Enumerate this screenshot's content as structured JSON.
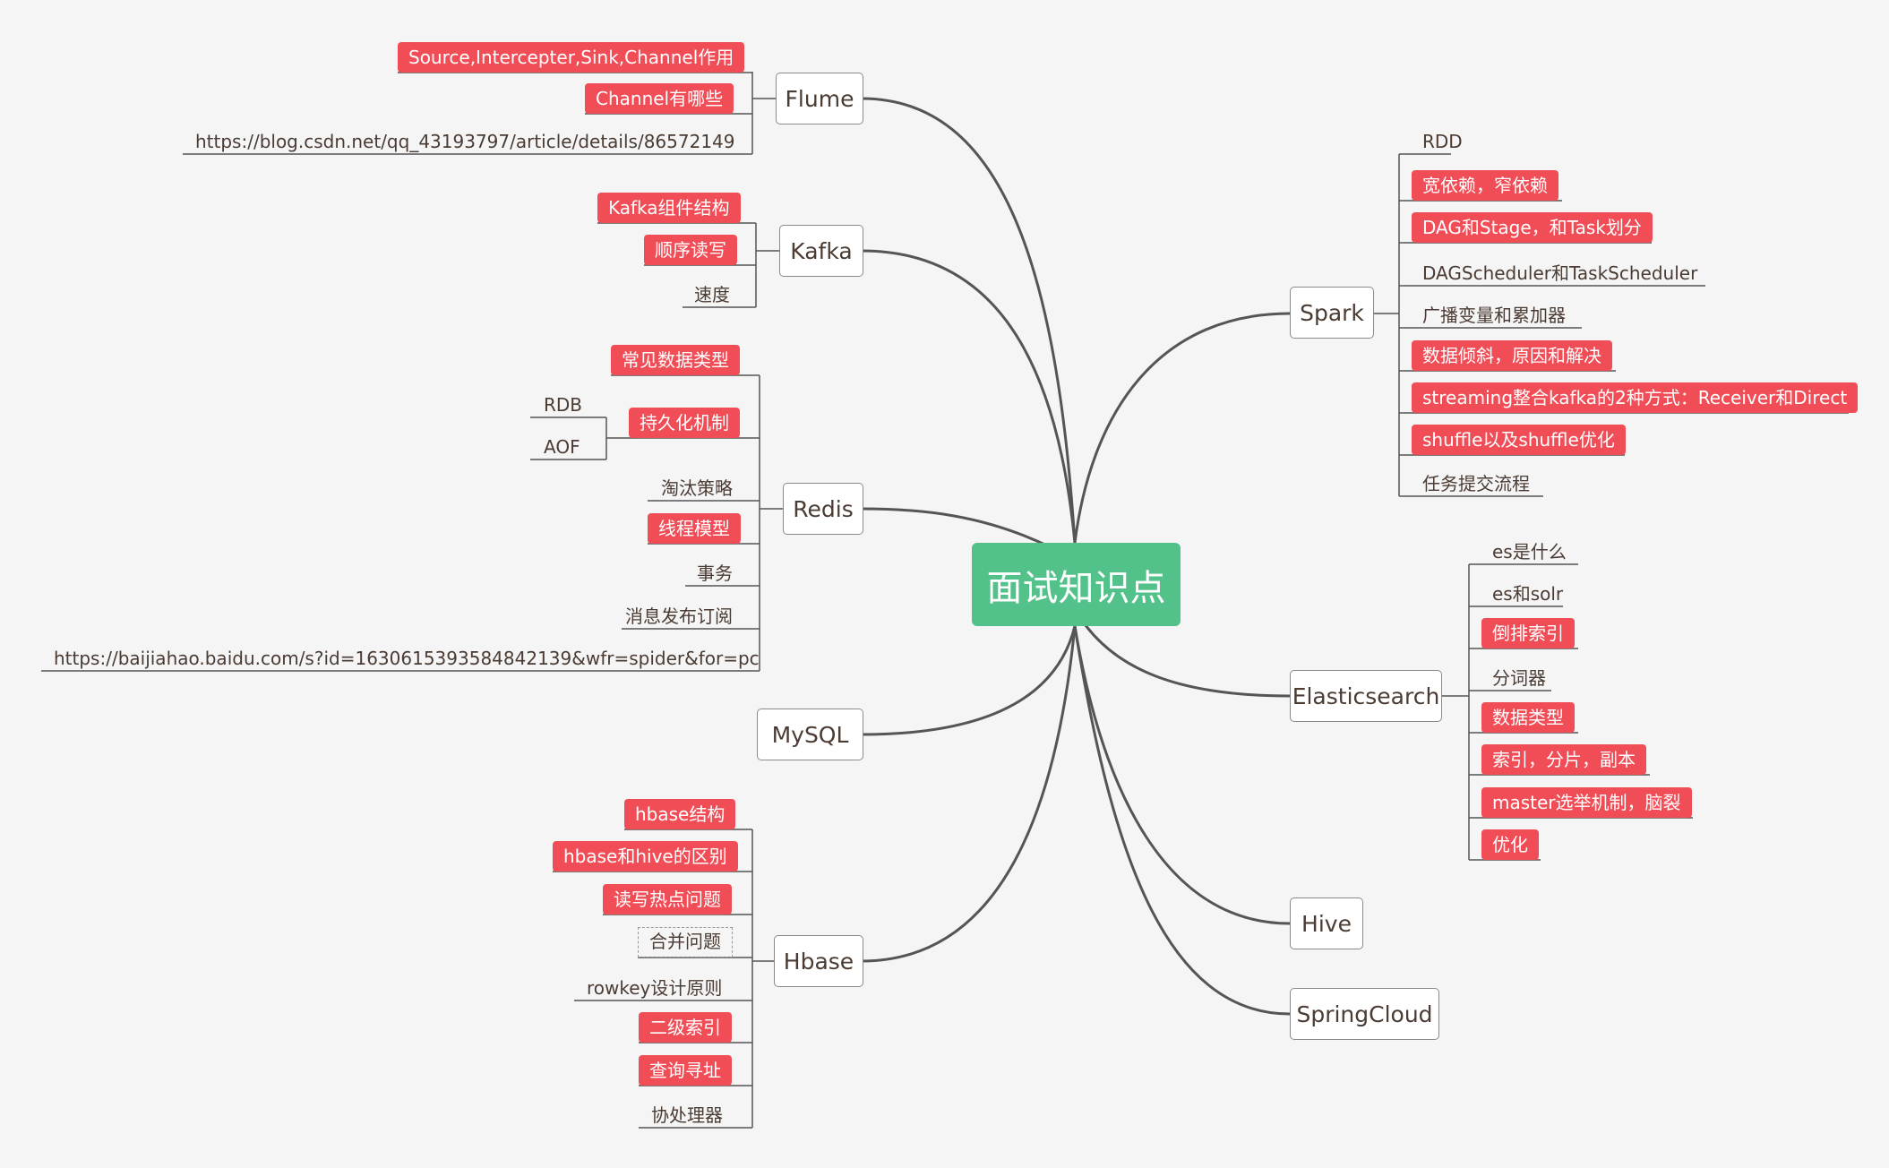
{
  "central": "面试知识点",
  "branches": {
    "flume": "Flume",
    "kafka": "Kafka",
    "redis": "Redis",
    "mysql": "MySQL",
    "hbase": "Hbase",
    "spark": "Spark",
    "elasticsearch": "Elasticsearch",
    "hive": "Hive",
    "springcloud": "SpringCloud"
  },
  "flume": [
    "Source,Intercepter,Sink,Channel作用",
    "Channel有哪些",
    "https://blog.csdn.net/qq_43193797/article/details/86572149"
  ],
  "kafka": [
    "Kafka组件结构",
    "顺序读写",
    "速度"
  ],
  "redis": [
    "常见数据类型",
    "持久化机制",
    "淘汰策略",
    "线程模型",
    "事务",
    "消息发布订阅",
    "https://baijiahao.baidu.com/s?id=1630615393584842139&wfr=spider&for=pc"
  ],
  "redis_persist": [
    "RDB",
    "AOF"
  ],
  "hbase": [
    "hbase结构",
    "hbase和hive的区别",
    "读写热点问题",
    "合并问题",
    "rowkey设计原则",
    "二级索引",
    "查询寻址",
    "协处理器"
  ],
  "spark": [
    "RDD",
    "宽依赖，窄依赖",
    "DAG和Stage，和Task划分",
    "DAGScheduler和TaskScheduler",
    "广播变量和累加器",
    "数据倾斜，原因和解决",
    "streaming整合kafka的2种方式：Receiver和Direct",
    "shuffle以及shuffle优化",
    "任务提交流程"
  ],
  "es": [
    "es是什么",
    "es和solr",
    "倒排索引",
    "分词器",
    "数据类型",
    "索引，分片，副本",
    "master选举机制，脑裂",
    "优化"
  ],
  "colors": {
    "central": "#52c18a",
    "highlight": "#f14d57",
    "line": "#555555",
    "background": "#f5f5f5"
  }
}
